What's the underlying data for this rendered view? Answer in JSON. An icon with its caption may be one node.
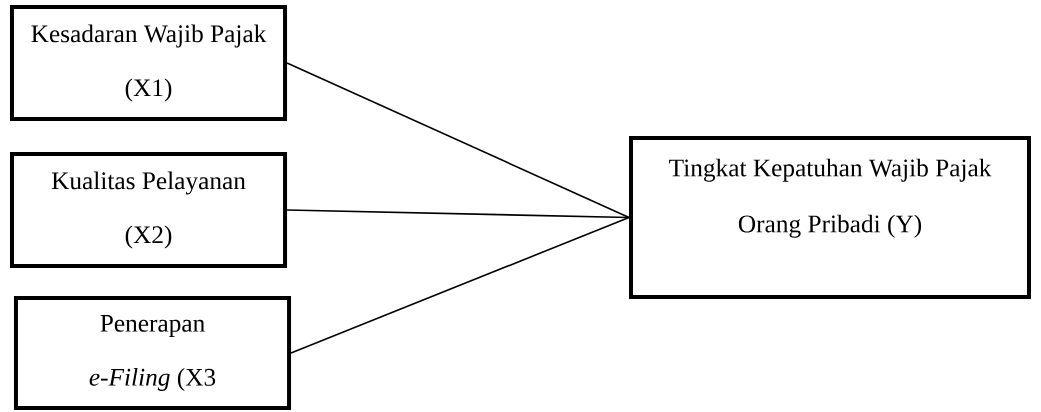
{
  "diagram": {
    "nodes": [
      {
        "text": [
          "Kesadaran Wajib Pajak (X1)"
        ]
      },
      {
        "text": [
          "Kualitas Pelayanan (X2)"
        ]
      },
      {
        "text": [
          "Penerapan *e-Filing* (X3"
        ]
      },
      {
        "text": [
          "Tingkat Kepatuhan Wajib Pajak Orang Pribadi (Y)"
        ]
      }
    ],
    "edges": [
      {
        "from": 0,
        "to": 3,
        "arrow": "none"
      },
      {
        "from": 1,
        "to": 3,
        "arrow": "none"
      },
      {
        "from": 2,
        "to": 3,
        "arrow": "none"
      }
    ]
  }
}
